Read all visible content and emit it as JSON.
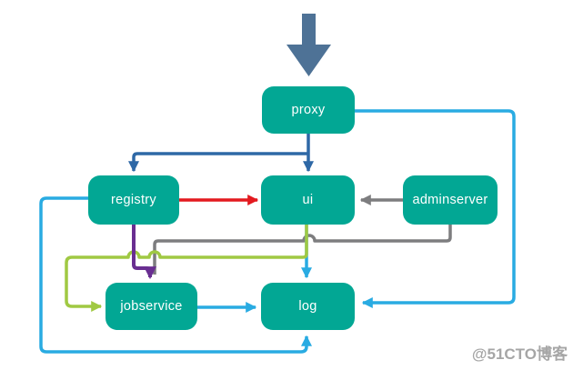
{
  "diagram": {
    "nodes": [
      {
        "id": "proxy",
        "label": "proxy"
      },
      {
        "id": "registry",
        "label": "registry"
      },
      {
        "id": "ui",
        "label": "ui"
      },
      {
        "id": "adminserver",
        "label": "adminserver"
      },
      {
        "id": "jobservice",
        "label": "jobservice"
      },
      {
        "id": "log",
        "label": "log"
      }
    ],
    "edges": [
      {
        "from": "external-traffic",
        "to": "proxy",
        "color": "entry",
        "style": "thick-block-arrow"
      },
      {
        "from": "proxy",
        "to": "registry",
        "color": "dark_blue",
        "style": "elbow"
      },
      {
        "from": "proxy",
        "to": "ui",
        "color": "dark_blue",
        "style": "straight"
      },
      {
        "from": "registry",
        "to": "ui",
        "color": "red",
        "style": "straight"
      },
      {
        "from": "adminserver",
        "to": "ui",
        "color": "gray",
        "style": "straight"
      },
      {
        "from": "adminserver",
        "to": "jobservice",
        "color": "gray",
        "style": "elbow"
      },
      {
        "from": "registry",
        "to": "jobservice",
        "color": "purple",
        "style": "elbow"
      },
      {
        "from": "ui",
        "to": "jobservice",
        "color": "green",
        "style": "elbow-with-jumpovers"
      },
      {
        "from": "ui",
        "to": "log",
        "color": "blue",
        "style": "straight"
      },
      {
        "from": "jobservice",
        "to": "log",
        "color": "blue",
        "style": "straight"
      },
      {
        "from": "proxy",
        "to": "log",
        "color": "blue",
        "style": "right-side-loop"
      },
      {
        "from": "registry",
        "to": "log",
        "color": "blue",
        "style": "left-bottom-loop"
      }
    ]
  },
  "colors": {
    "node": "#02a794",
    "node_text": "#ffffff",
    "entry": "#4e7296",
    "dark_blue": "#2e68a6",
    "red": "#e3191f",
    "gray": "#7d7d7f",
    "purple": "#692e91",
    "green": "#a0c943",
    "blue": "#29abe2",
    "watermark": "#a6a6a6"
  },
  "watermark": {
    "text": "@51CTO博客"
  }
}
